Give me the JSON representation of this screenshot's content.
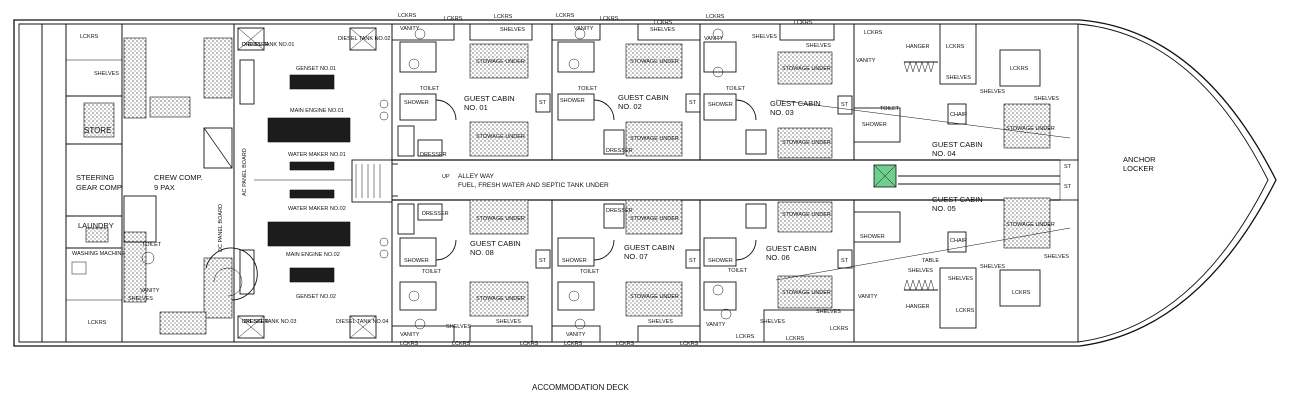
{
  "title": "ACCOMMODATION DECK",
  "accent_colors": {
    "hatch_marker": "#6fcf8f",
    "line": "#111111"
  },
  "rooms": {
    "steering": "STEERING\nGEAR COMP",
    "store": "STORE",
    "laundry": "LAUNDRY",
    "washing_machine": "WASHING MACHINE",
    "crew": "CREW COMP.\n9 PAX",
    "alley": "ALLEY WAY\nFUEL, FRESH WATER AND SEPTIC TANK UNDER",
    "anchor": "ANCHOR\nLOCKER",
    "ac_panel": "AC PANEL BOARD",
    "dc_panel": "DC PANEL BOARD"
  },
  "engine_room": {
    "genset_1": "GENSET NO.01",
    "genset_2": "GENSET NO.02",
    "main_engine_1": "MAIN ENGINE NO.01",
    "main_engine_2": "MAIN ENGINE NO.02",
    "water_maker_1": "WATER MAKER NO.01",
    "water_maker_2": "WATER MAKER NO.02",
    "diesel_1": "DIESEL TANK NO.01",
    "diesel_2": "DIESEL TANK NO.02",
    "diesel_3": "DIESEL TANK NO.03",
    "diesel_4": "DIESEL TANK NO.04",
    "up": "UP"
  },
  "cabins": [
    {
      "label": "GUEST CABIN\nNO. 01"
    },
    {
      "label": "GUEST CABIN\nNO. 02"
    },
    {
      "label": "GUEST CABIN\nNO. 03"
    },
    {
      "label": "GUEST CABIN\nNO. 04"
    },
    {
      "label": "GUEST CABIN\nNO. 05"
    },
    {
      "label": "GUEST CABIN\nNO. 06"
    },
    {
      "label": "GUEST CABIN\nNO. 07"
    },
    {
      "label": "GUEST CABIN\nNO. 08"
    }
  ],
  "fixtures": {
    "shower": "SHOWER",
    "toilet": "TOILET",
    "vanity": "VANITY",
    "shelves": "SHELVES",
    "lockers": "LCKRS",
    "storage": "STOWAGE UNDER",
    "dresser": "DRESSER",
    "st": "ST",
    "hanger": "HANGER",
    "chair": "CHAIR",
    "table": "TABLE"
  }
}
